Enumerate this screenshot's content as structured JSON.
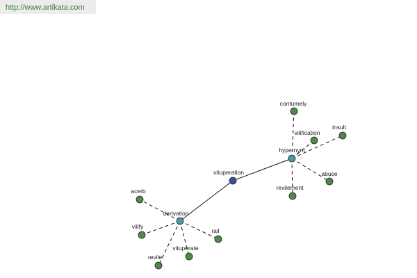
{
  "header": {
    "url": "http://www.artikata.com"
  },
  "graph": {
    "colors": {
      "center_node": "#3d4f9a",
      "hub_node": "#4a9a9a",
      "leaf_node": "#4d8a47",
      "node_stroke": "#222222",
      "edge": "#111111",
      "label": "#1a1a1a"
    },
    "nodes": [
      {
        "id": "vituperation",
        "label": "vituperation",
        "kind": "center"
      },
      {
        "id": "hypernym",
        "label": "hypernym",
        "kind": "hub"
      },
      {
        "id": "derivation",
        "label": "derivation",
        "kind": "hub"
      },
      {
        "id": "contumely",
        "label": "contumely",
        "kind": "leaf"
      },
      {
        "id": "vilification",
        "label": "vilification",
        "kind": "leaf"
      },
      {
        "id": "insult",
        "label": "insult",
        "kind": "leaf"
      },
      {
        "id": "abuse",
        "label": "abuse",
        "kind": "leaf"
      },
      {
        "id": "revilement",
        "label": "revilement",
        "kind": "leaf"
      },
      {
        "id": "acerb",
        "label": "acerb",
        "kind": "leaf"
      },
      {
        "id": "vilify",
        "label": "vilify",
        "kind": "leaf"
      },
      {
        "id": "rail",
        "label": "rail",
        "kind": "leaf"
      },
      {
        "id": "vituperate",
        "label": "vituperate",
        "kind": "leaf"
      },
      {
        "id": "revile",
        "label": "revile",
        "kind": "leaf"
      }
    ],
    "edges": [
      {
        "from": "vituperation",
        "to": "hypernym",
        "style": "solid"
      },
      {
        "from": "vituperation",
        "to": "derivation",
        "style": "solid"
      },
      {
        "from": "hypernym",
        "to": "contumely",
        "style": "dashed"
      },
      {
        "from": "hypernym",
        "to": "vilification",
        "style": "dashed"
      },
      {
        "from": "hypernym",
        "to": "insult",
        "style": "dashed"
      },
      {
        "from": "hypernym",
        "to": "abuse",
        "style": "dashed"
      },
      {
        "from": "hypernym",
        "to": "revilement",
        "style": "dashed"
      },
      {
        "from": "derivation",
        "to": "acerb",
        "style": "dashed"
      },
      {
        "from": "derivation",
        "to": "vilify",
        "style": "dashed"
      },
      {
        "from": "derivation",
        "to": "rail",
        "style": "dashed"
      },
      {
        "from": "derivation",
        "to": "vituperate",
        "style": "dashed"
      },
      {
        "from": "derivation",
        "to": "revile",
        "style": "dashed"
      }
    ]
  }
}
